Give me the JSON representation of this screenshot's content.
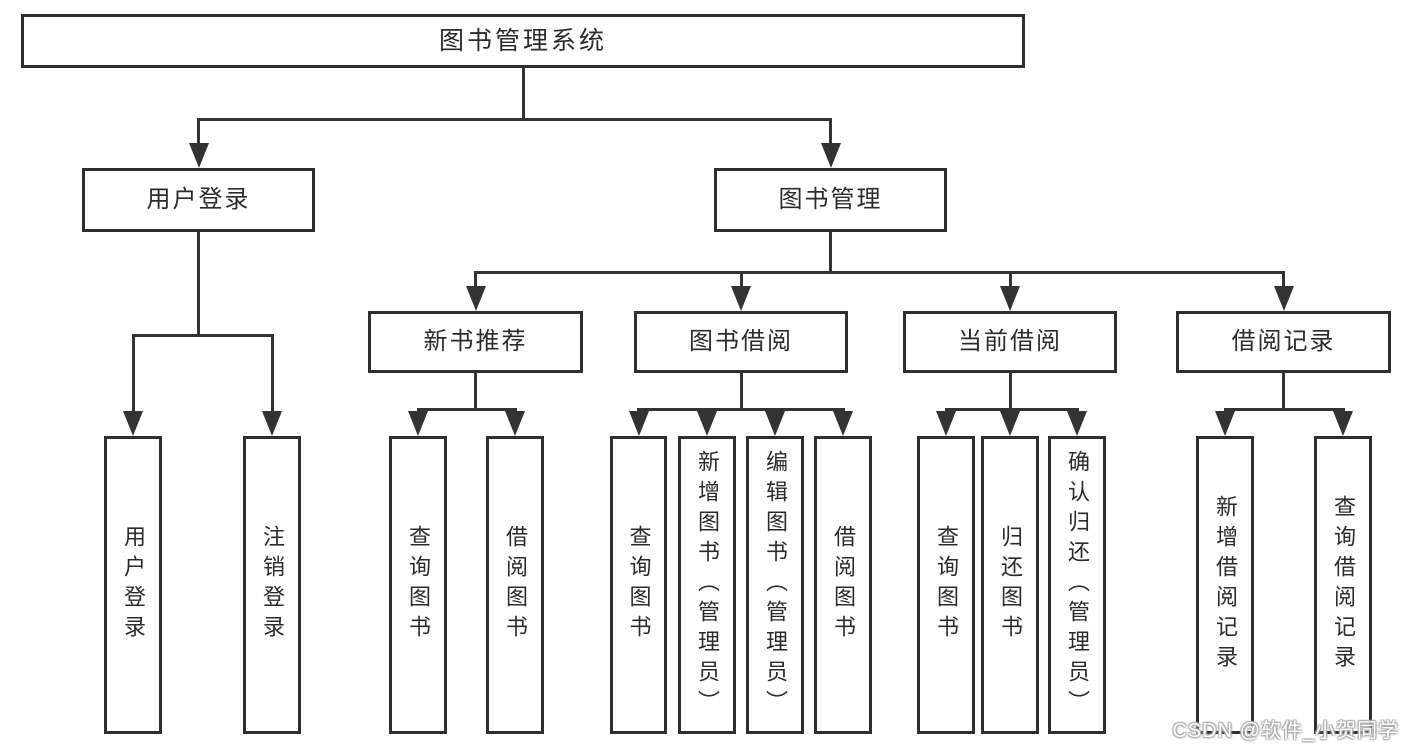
{
  "diagram": {
    "title": "图书管理系统",
    "watermark": "CSDN @软件_小贺同学"
  },
  "colors": {
    "line": "#333333",
    "border": "#2e2e2e",
    "text": "#2b2b2b",
    "background": "#ffffff",
    "watermark": "#ffffff",
    "watermark_outline": "#ababab"
  },
  "nodes": [
    {
      "id": "root",
      "label": "图书管理系统",
      "level": 1
    },
    {
      "id": "user-login",
      "label": "用户登录",
      "level": 2
    },
    {
      "id": "book-management",
      "label": "图书管理",
      "level": 2
    },
    {
      "id": "new-book-recommendation",
      "label": "新书推荐",
      "level": 3
    },
    {
      "id": "book-borrowing",
      "label": "图书借阅",
      "level": 3
    },
    {
      "id": "current-borrowing",
      "label": "当前借阅",
      "level": 3
    },
    {
      "id": "borrowing-records",
      "label": "借阅记录",
      "level": 3
    },
    {
      "id": "leaf-user-login",
      "label": "用户登录",
      "level": 4
    },
    {
      "id": "leaf-logout",
      "label": "注销登录",
      "level": 4
    },
    {
      "id": "leaf-query-books-1",
      "label": "查询图书",
      "level": 4
    },
    {
      "id": "leaf-borrow-books-1",
      "label": "借阅图书",
      "level": 4
    },
    {
      "id": "leaf-query-books-2",
      "label": "查询图书",
      "level": 4
    },
    {
      "id": "leaf-add-books-admin",
      "label": "新增图书（管理员）",
      "level": 4
    },
    {
      "id": "leaf-edit-books-admin",
      "label": "编辑图书（管理员）",
      "level": 4
    },
    {
      "id": "leaf-borrow-books-2",
      "label": "借阅图书",
      "level": 4
    },
    {
      "id": "leaf-query-books-3",
      "label": "查询图书",
      "level": 4
    },
    {
      "id": "leaf-return-books",
      "label": "归还图书",
      "level": 4
    },
    {
      "id": "leaf-confirm-return-admin",
      "label": "确认归还（管理员）",
      "level": 4
    },
    {
      "id": "leaf-add-borrow-record",
      "label": "新增借阅记录",
      "level": 4
    },
    {
      "id": "leaf-query-borrow-record",
      "label": "查询借阅记录",
      "level": 4
    }
  ],
  "edges": [
    {
      "from": "root",
      "to": [
        "user-login",
        "book-management"
      ]
    },
    {
      "from": "user-login",
      "to": [
        "leaf-user-login",
        "leaf-logout"
      ]
    },
    {
      "from": "book-management",
      "to": [
        "new-book-recommendation",
        "book-borrowing",
        "current-borrowing",
        "borrowing-records"
      ]
    },
    {
      "from": "new-book-recommendation",
      "to": [
        "leaf-query-books-1",
        "leaf-borrow-books-1"
      ]
    },
    {
      "from": "book-borrowing",
      "to": [
        "leaf-query-books-2",
        "leaf-add-books-admin",
        "leaf-edit-books-admin",
        "leaf-borrow-books-2"
      ]
    },
    {
      "from": "current-borrowing",
      "to": [
        "leaf-query-books-3",
        "leaf-return-books",
        "leaf-confirm-return-admin"
      ]
    },
    {
      "from": "borrowing-records",
      "to": [
        "leaf-add-borrow-record",
        "leaf-query-borrow-record"
      ]
    }
  ]
}
